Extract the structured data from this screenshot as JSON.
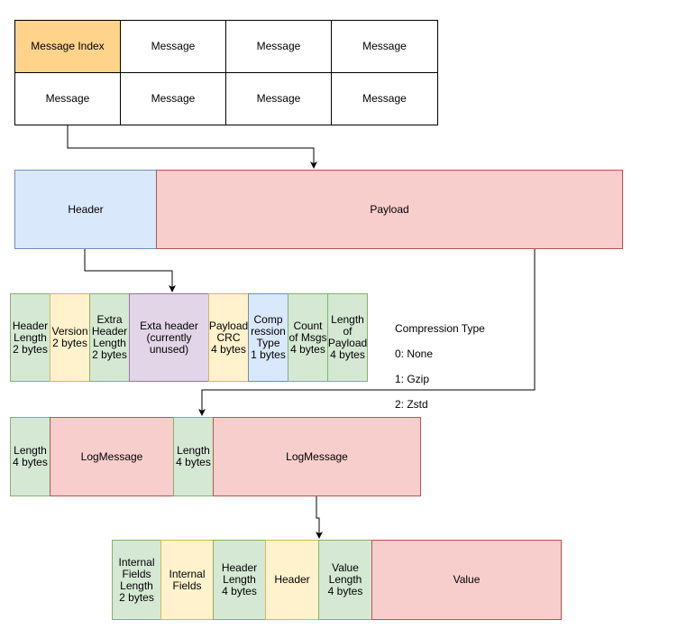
{
  "index_grid": {
    "cells": [
      "Message Index",
      "Message",
      "Message",
      "Message",
      "Message",
      "Message",
      "Message",
      "Message"
    ]
  },
  "frame": {
    "header": "Header",
    "payload": "Payload"
  },
  "header_fields": [
    "Header\nLength\n2 bytes",
    "Version\n2 bytes",
    "Extra\nHeader\nLength\n2 bytes",
    "Exta header\n(currently\nunused)",
    "Payload\nCRC\n4 bytes",
    "Comp\nression\nType\n1 bytes",
    "Count\nof Msgs\n4 bytes",
    "Length\nof\nPayload\n4 bytes"
  ],
  "compression_note": {
    "title": "Compression Type",
    "lines": [
      "0: None",
      "1: Gzip",
      "2: Zstd"
    ]
  },
  "payload_entries": [
    "Length\n4 bytes",
    "LogMessage",
    "Length\n4 bytes",
    "LogMessage"
  ],
  "logmessage_fields": [
    "Internal\nFields\nLength\n2 bytes",
    "Internal\nFields",
    "Header\nLength\n4 bytes",
    "Header",
    "Value\nLength\n4 bytes",
    "Value"
  ]
}
